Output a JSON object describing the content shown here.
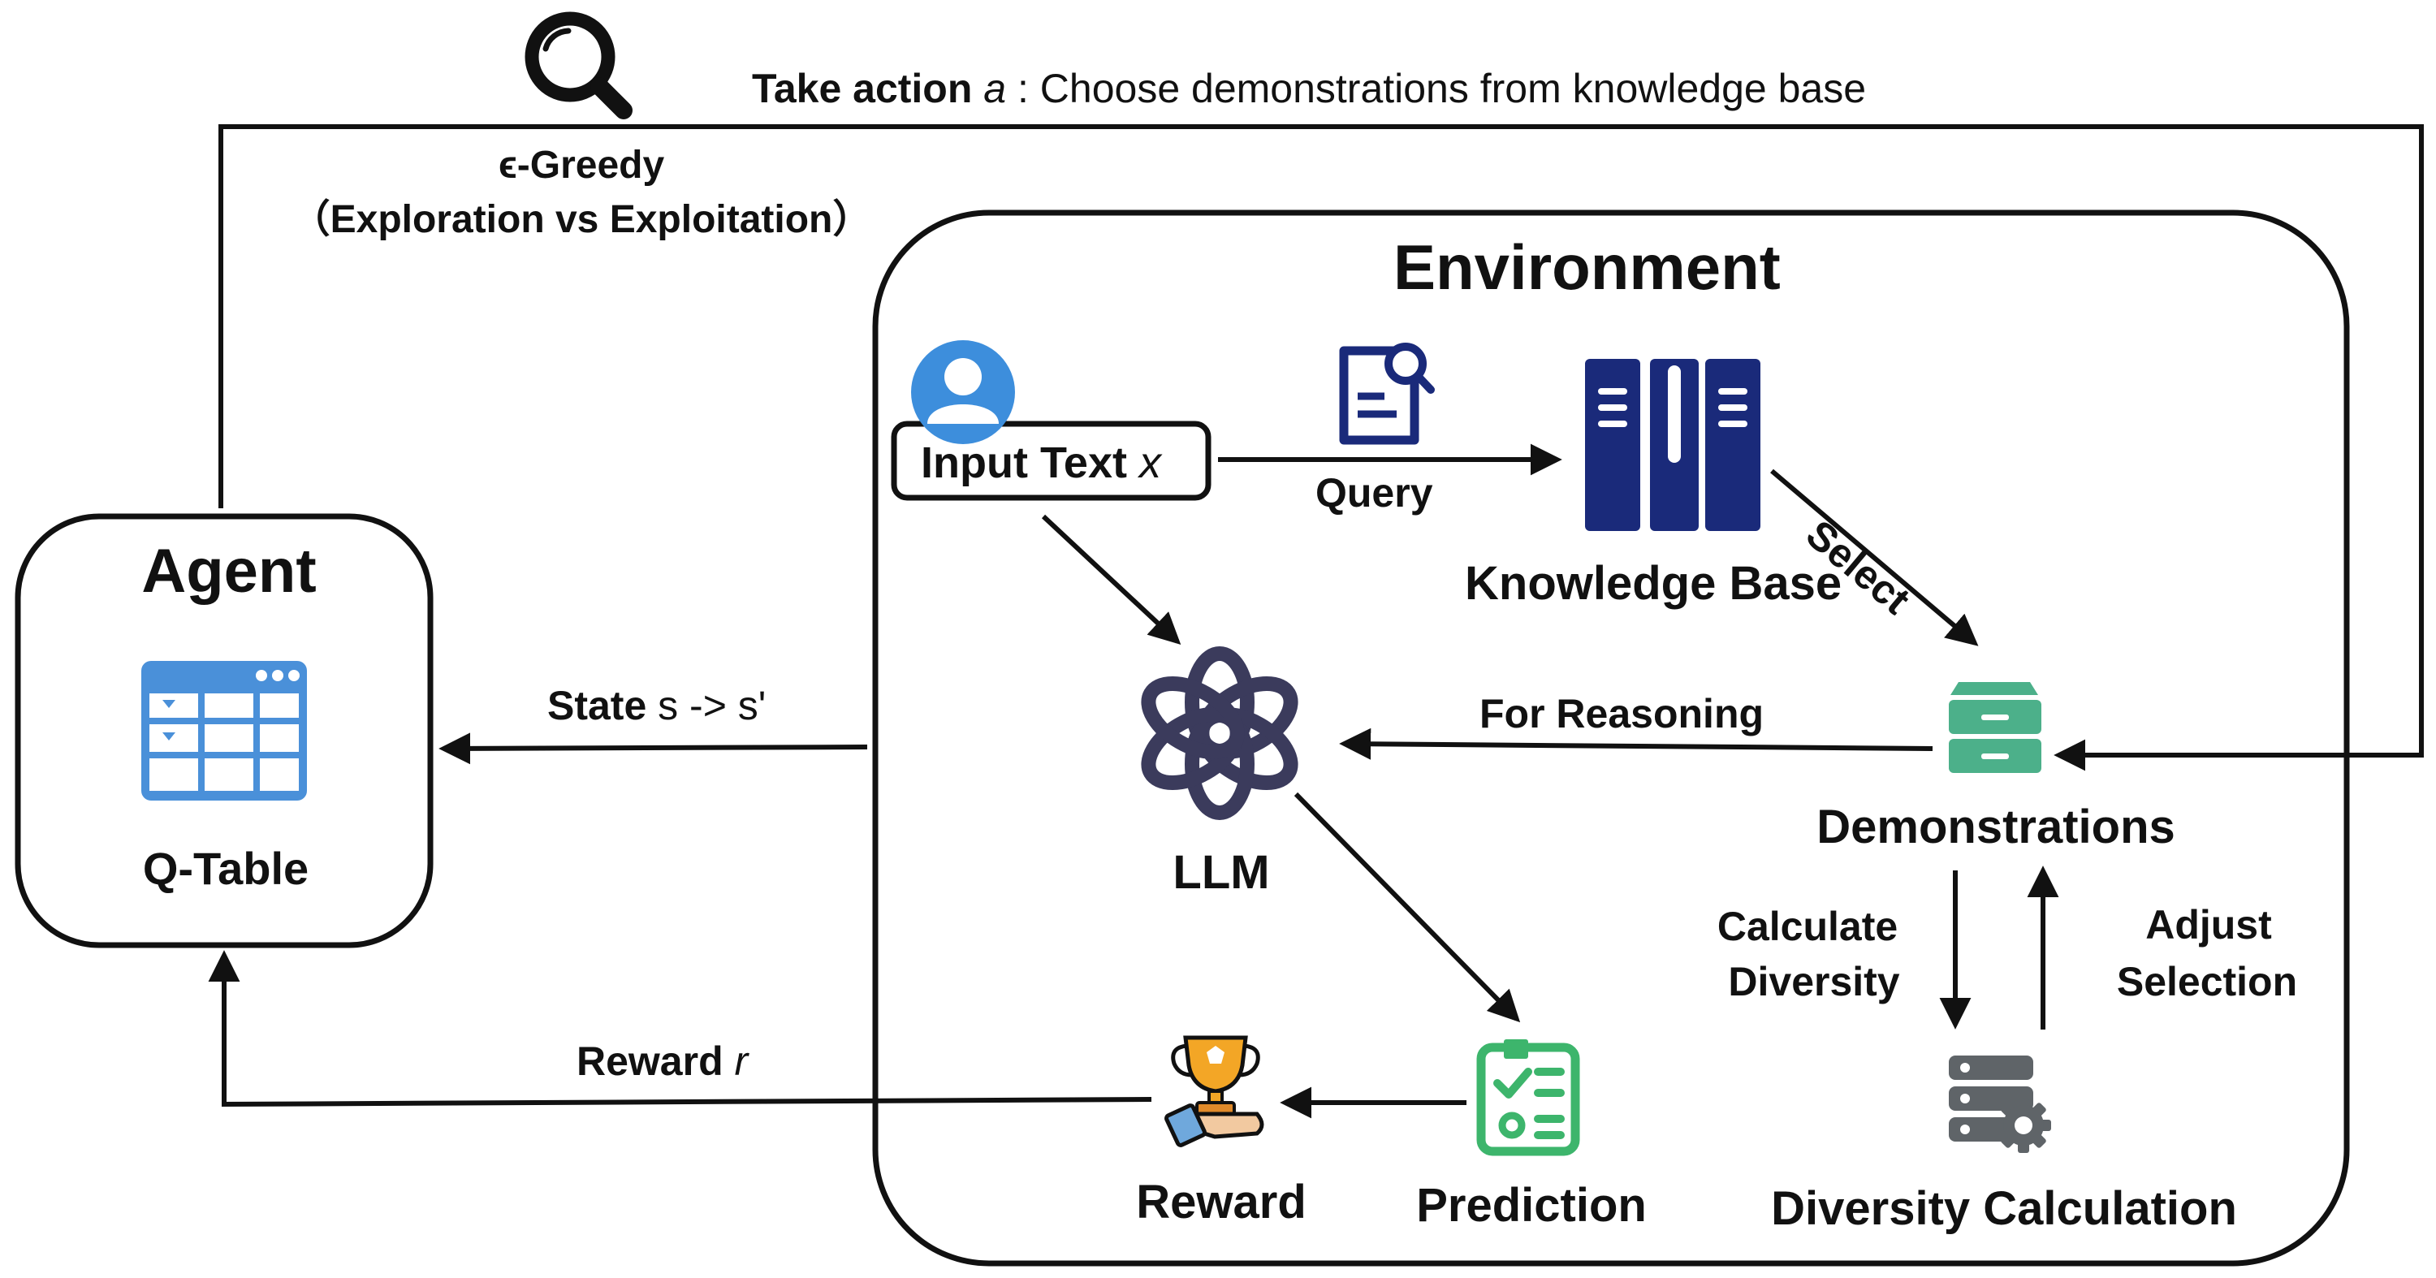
{
  "top_action": {
    "bold": "Take action",
    "var": "a",
    "rest": " : Choose demonstrations from knowledge base"
  },
  "greedy": {
    "line1": "ϵ-Greedy",
    "line2": "（Exploration vs Exploitation）"
  },
  "environment": {
    "title": "Environment"
  },
  "agent": {
    "title": "Agent",
    "table_label": "Q-Table"
  },
  "input": {
    "text": "Input Text",
    "var": "x"
  },
  "edges": {
    "query": "Query",
    "select": "Select",
    "for_reasoning": "For Reasoning",
    "state": {
      "bold": "State",
      "rest": " s -> s'"
    },
    "reward": {
      "bold": "Reward",
      "var": "r"
    },
    "calculate_diversity": [
      "Calculate",
      "Diversity"
    ],
    "adjust_selection": [
      "Adjust",
      "Selection"
    ]
  },
  "nodes": {
    "knowledge_base": "Knowledge Base",
    "llm": "LLM",
    "demonstrations": "Demonstrations",
    "diversity_calculation": "Diversity Calculation",
    "prediction": "Prediction",
    "reward": "Reward"
  },
  "colors": {
    "line": "#111111",
    "user_blue": "#3D8EDC",
    "kb_navy": "#1A2A7A",
    "table_blue": "#4A90D9",
    "llm_purple": "#3B3B5C",
    "demo_green": "#4CB08A",
    "prediction_green": "#3DB56C",
    "server_gray": "#5F6468",
    "trophy_gold": "#F3A626",
    "sleeve_blue": "#6FA8DC"
  },
  "icons": {
    "search": "magnifier-icon",
    "user": "user-avatar-icon",
    "query": "document-search-icon",
    "knowledge_base": "binders-icon",
    "q_table": "table-icon",
    "llm": "openai-knot-icon",
    "demonstrations": "archive-drawer-icon",
    "diversity": "server-gear-icon",
    "prediction": "checklist-icon",
    "reward": "trophy-hand-icon"
  }
}
